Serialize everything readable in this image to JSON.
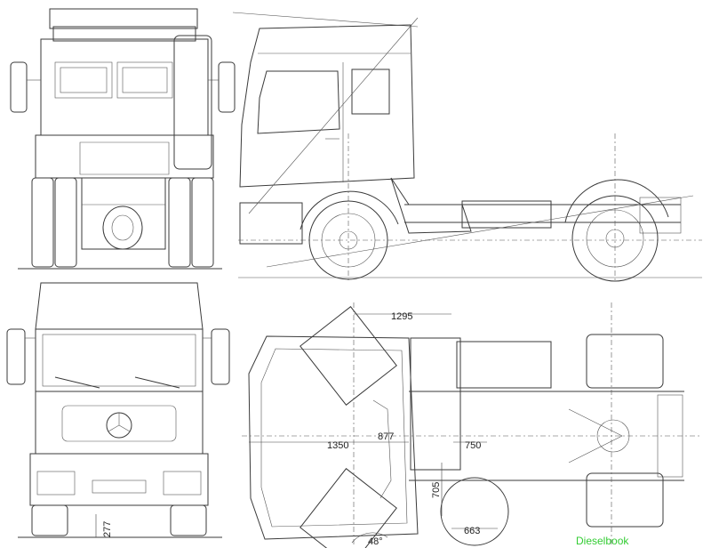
{
  "dimensions": {
    "wheelbase_front_overhang": "1295",
    "cab_to_axle": "1350",
    "center_gap": "877",
    "rear_offset": "750",
    "fifth_wheel_height": "705",
    "rear_overhang": "663",
    "angle": "48°",
    "ground_clearance": "277"
  },
  "watermark": "Dieselbook"
}
